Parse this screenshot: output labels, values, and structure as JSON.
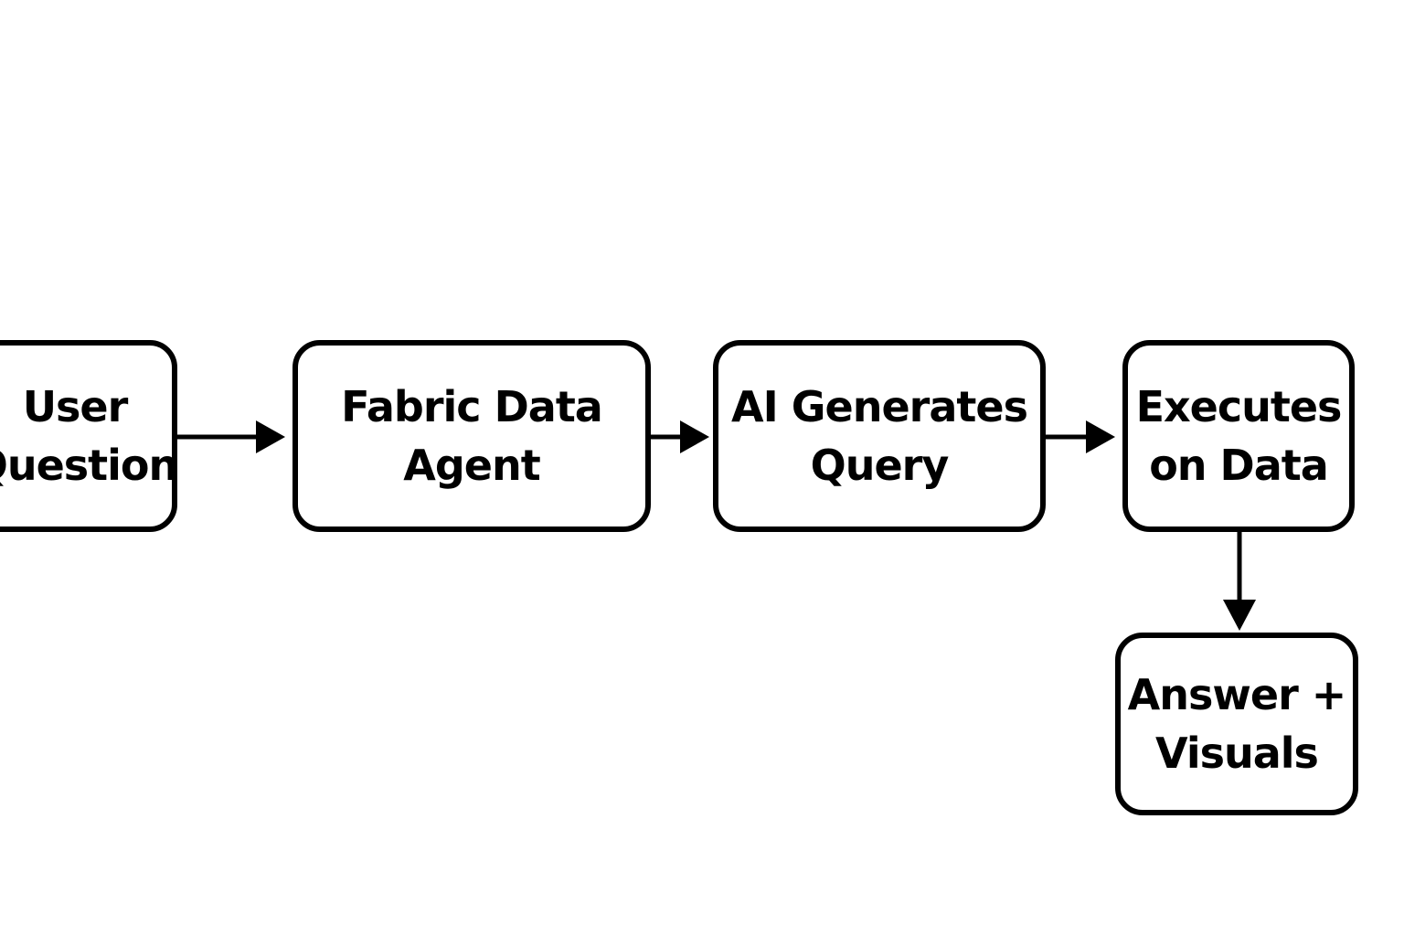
{
  "diagram": {
    "stroke_color": "#000000",
    "background_color": "#ffffff",
    "nodes": [
      {
        "id": "user-question",
        "lines": [
          "User",
          "Question"
        ]
      },
      {
        "id": "fabric-agent",
        "lines": [
          "Fabric Data",
          "Agent"
        ]
      },
      {
        "id": "ai-query",
        "lines": [
          "AI Generates",
          "Query"
        ]
      },
      {
        "id": "executes",
        "lines": [
          "Executes",
          "on Data"
        ]
      },
      {
        "id": "answer",
        "lines": [
          "Answer +",
          "Visuals"
        ]
      }
    ],
    "edges": [
      {
        "from": "user-question",
        "to": "fabric-agent"
      },
      {
        "from": "fabric-agent",
        "to": "ai-query"
      },
      {
        "from": "ai-query",
        "to": "executes"
      },
      {
        "from": "executes",
        "to": "answer"
      }
    ]
  }
}
